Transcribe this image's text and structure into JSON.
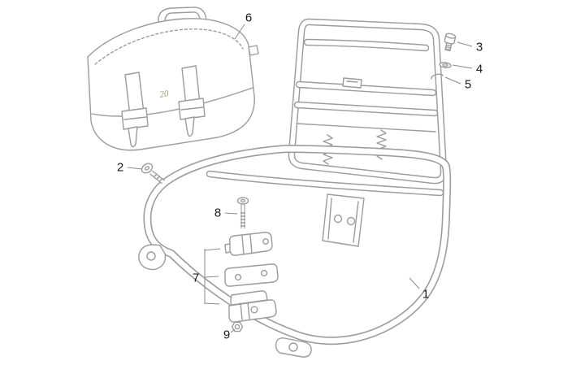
{
  "diagram": {
    "background_color": "#ffffff",
    "line_color": "#9c9c9c",
    "label_color": "#1b1b1b",
    "bag_emblem": "20",
    "callouts": [
      {
        "label": "1"
      },
      {
        "label": "2"
      },
      {
        "label": "3"
      },
      {
        "label": "4"
      },
      {
        "label": "5"
      },
      {
        "label": "6"
      },
      {
        "label": "7"
      },
      {
        "label": "8"
      },
      {
        "label": "9"
      }
    ]
  }
}
